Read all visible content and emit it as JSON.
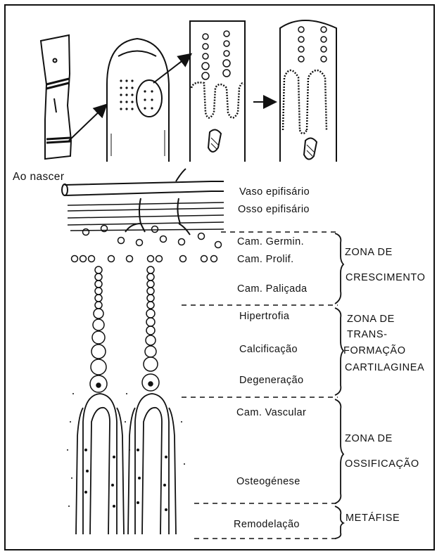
{
  "caption_birth": "Ao nascer",
  "layers": [
    "Vaso epifisário",
    "Osso epifisário",
    "Cam. Germin.",
    "Cam. Prolif.",
    "Cam. Paliçada",
    "Hipertrofia",
    "Calcificação",
    "Degeneração",
    "Cam. Vascular",
    "Osteogénese",
    "Remodelação"
  ],
  "zones": [
    "ZONA DE",
    "CRESCIMENTO",
    "ZONA DE",
    "TRANS-",
    "FORMAÇÃO",
    "CARTILAGINEA",
    "ZONA DE",
    "OSSIFICAÇÃO",
    "METÁFISE"
  ]
}
